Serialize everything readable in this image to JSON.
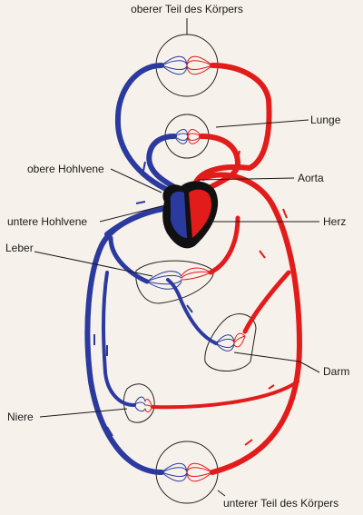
{
  "labels": {
    "top_body": "oberer Teil des Körpers",
    "lung": "Lunge",
    "upper_vena_cava": "obere Hohlvene",
    "aorta": "Aorta",
    "lower_vena_cava": "untere Hohlvene",
    "heart": "Herz",
    "liver": "Leber",
    "intestine": "Darm",
    "kidney": "Niere",
    "bottom_body": "unterer Teil des Körpers"
  },
  "colors": {
    "venous": "#2b3a9e",
    "arterial": "#e21b1b",
    "heart_outline": "#111111",
    "background": "#f6f1ea"
  }
}
